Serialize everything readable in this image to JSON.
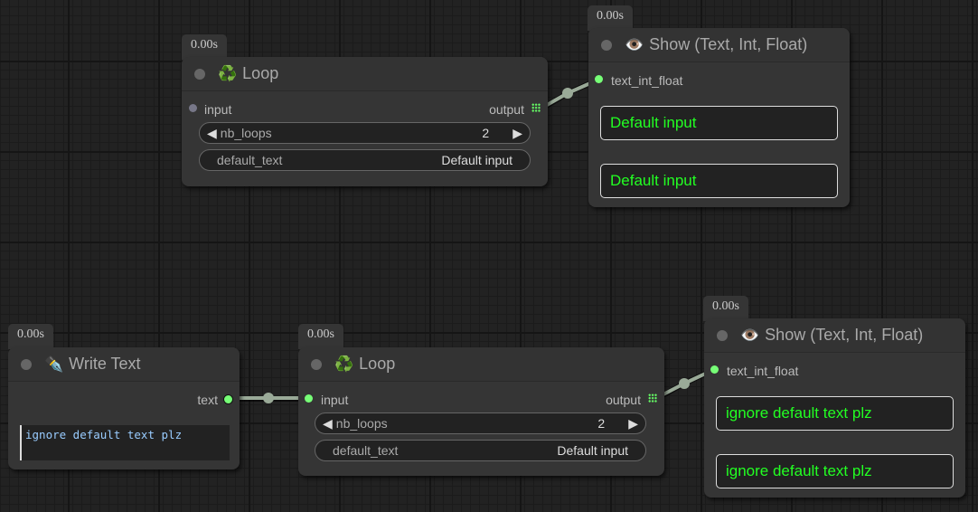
{
  "nodes": {
    "loop1": {
      "timing": "0.00s",
      "icon": "recycle-icon",
      "emoji": "♻️",
      "title": "Loop",
      "input_label": "input",
      "output_label": "output",
      "nb_loops_label": "nb_loops",
      "nb_loops_value": "2",
      "default_text_label": "default_text",
      "default_text_value": "Default input"
    },
    "show1": {
      "timing": "0.00s",
      "icon": "eye-icon",
      "emoji": "👁️",
      "title": "Show (Text, Int, Float)",
      "input_label": "text_int_float",
      "outputs": [
        "Default input",
        "Default input"
      ]
    },
    "write": {
      "timing": "0.00s",
      "icon": "pen-icon",
      "emoji": "✒️",
      "title": "Write Text",
      "output_label": "text",
      "text_value": "ignore default text plz"
    },
    "loop2": {
      "timing": "0.00s",
      "icon": "recycle-icon",
      "emoji": "♻️",
      "title": "Loop",
      "input_label": "input",
      "output_label": "output",
      "nb_loops_label": "nb_loops",
      "nb_loops_value": "2",
      "default_text_label": "default_text",
      "default_text_value": "Default input"
    },
    "show2": {
      "timing": "0.00s",
      "icon": "eye-icon",
      "emoji": "👁️",
      "title": "Show (Text, Int, Float)",
      "input_label": "text_int_float",
      "outputs": [
        "ignore default text plz",
        "ignore default text plz"
      ]
    }
  },
  "colors": {
    "link": "#9aaa98",
    "text_output": "#22ff22",
    "slot_connected": "#7f7"
  }
}
